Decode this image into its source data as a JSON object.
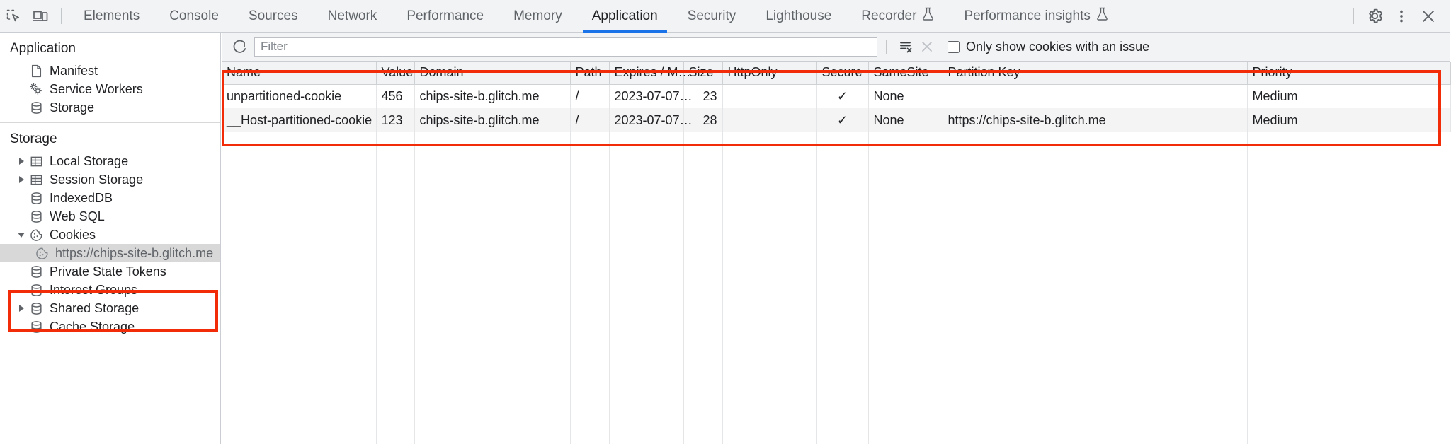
{
  "toolbar": {
    "icons": [
      {
        "name": "inspect-element-icon",
        "title": "Inspect element"
      },
      {
        "name": "device-toolbar-icon",
        "title": "Toggle device toolbar"
      }
    ],
    "tabs": [
      {
        "label": "Elements",
        "active": false,
        "experimental": false
      },
      {
        "label": "Console",
        "active": false,
        "experimental": false
      },
      {
        "label": "Sources",
        "active": false,
        "experimental": false
      },
      {
        "label": "Network",
        "active": false,
        "experimental": false
      },
      {
        "label": "Performance",
        "active": false,
        "experimental": false
      },
      {
        "label": "Memory",
        "active": false,
        "experimental": false
      },
      {
        "label": "Application",
        "active": true,
        "experimental": false
      },
      {
        "label": "Security",
        "active": false,
        "experimental": false
      },
      {
        "label": "Lighthouse",
        "active": false,
        "experimental": false
      },
      {
        "label": "Recorder",
        "active": false,
        "experimental": true
      },
      {
        "label": "Performance insights",
        "active": false,
        "experimental": true
      }
    ],
    "right_icons": [
      {
        "name": "gear-icon",
        "title": "Settings"
      },
      {
        "name": "kebab-menu-icon",
        "title": "Customize and control DevTools"
      },
      {
        "name": "close-icon",
        "title": "Close DevTools"
      }
    ]
  },
  "sidebar": {
    "sections": [
      {
        "title": "Application",
        "items": [
          {
            "label": "Manifest",
            "icon": "document-icon",
            "twisty": "none",
            "selected": false,
            "indent": false
          },
          {
            "label": "Service Workers",
            "icon": "gears-icon",
            "twisty": "none",
            "selected": false,
            "indent": false
          },
          {
            "label": "Storage",
            "icon": "database-icon",
            "twisty": "none",
            "selected": false,
            "indent": false
          }
        ]
      },
      {
        "title": "Storage",
        "items": [
          {
            "label": "Local Storage",
            "icon": "table-grid-icon",
            "twisty": "right",
            "selected": false,
            "indent": false
          },
          {
            "label": "Session Storage",
            "icon": "table-grid-icon",
            "twisty": "right",
            "selected": false,
            "indent": false
          },
          {
            "label": "IndexedDB",
            "icon": "database-icon",
            "twisty": "none",
            "selected": false,
            "indent": false
          },
          {
            "label": "Web SQL",
            "icon": "database-icon",
            "twisty": "none",
            "selected": false,
            "indent": false
          },
          {
            "label": "Cookies",
            "icon": "cookie-icon",
            "twisty": "down",
            "selected": false,
            "indent": false
          },
          {
            "label": "https://chips-site-b.glitch.me",
            "icon": "cookie-icon",
            "twisty": "none",
            "selected": true,
            "indent": true
          },
          {
            "label": "Private State Tokens",
            "icon": "database-icon",
            "twisty": "none",
            "selected": false,
            "indent": false
          },
          {
            "label": "Interest Groups",
            "icon": "database-icon",
            "twisty": "none",
            "selected": false,
            "indent": false
          },
          {
            "label": "Shared Storage",
            "icon": "database-icon",
            "twisty": "right",
            "selected": false,
            "indent": false
          },
          {
            "label": "Cache Storage",
            "icon": "database-icon",
            "twisty": "none",
            "selected": false,
            "indent": false
          }
        ]
      }
    ]
  },
  "filterbar": {
    "refresh_icon": "refresh-icon",
    "filter_placeholder": "Filter",
    "filter_value": "",
    "clear_filtered_icon": "clear-filtered-cookies-icon",
    "clear_all_icon": "clear-all-cookies-icon",
    "checkbox_label": "Only show cookies with an issue",
    "checkbox_checked": false
  },
  "cookie_table": {
    "columns": [
      "Name",
      "Value",
      "Domain",
      "Path",
      "Expires / M…",
      "Size",
      "HttpOnly",
      "Secure",
      "SameSite",
      "Partition Key",
      "Priority"
    ],
    "rows": [
      {
        "Name": "unpartitioned-cookie",
        "Value": "456",
        "Domain": "chips-site-b.glitch.me",
        "Path": "/",
        "Expires": "2023-07-07…",
        "Size": "23",
        "HttpOnly": "",
        "Secure": "✓",
        "SameSite": "None",
        "PartitionKey": "",
        "Priority": "Medium"
      },
      {
        "Name": "__Host-partitioned-cookie",
        "Value": "123",
        "Domain": "chips-site-b.glitch.me",
        "Path": "/",
        "Expires": "2023-07-07…",
        "Size": "28",
        "HttpOnly": "",
        "Secure": "✓",
        "SameSite": "None",
        "PartitionKey": "https://chips-site-b.glitch.me",
        "Priority": "Medium"
      }
    ]
  },
  "annotations": {
    "highlight_color": "#f22c09",
    "boxes": [
      {
        "name": "cookie-table-highlight"
      },
      {
        "name": "cookies-tree-highlight"
      }
    ]
  }
}
